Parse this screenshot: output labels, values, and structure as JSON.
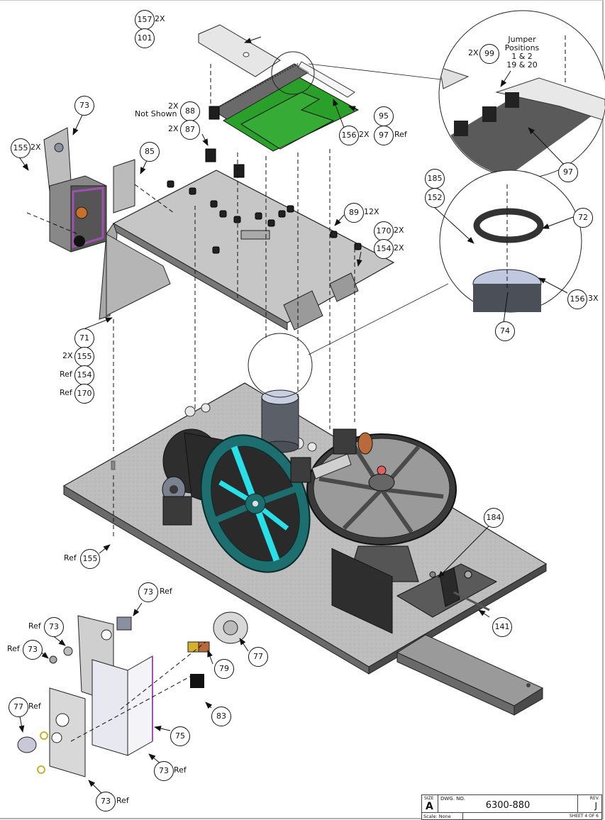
{
  "drawing": {
    "type": "exploded assembly view",
    "accent_colors": {
      "pcb_green": "#2aa02a",
      "pulley_teal": "#1d6e6e",
      "pulley_highlight": "#28e0e8",
      "bezel_purple": "#a050b0",
      "connector_brass": "#d8b030",
      "connector_copper": "#b86a3a",
      "sheet_metal": "#c8c8c8",
      "dark_part": "#3a3a3a"
    }
  },
  "callouts": [
    {
      "id": "157",
      "qty": "2X"
    },
    {
      "id": "101",
      "qty": ""
    },
    {
      "id": "88",
      "qty": "2X",
      "note": "Not Shown"
    },
    {
      "id": "87",
      "qty": "2X"
    },
    {
      "id": "95",
      "qty": ""
    },
    {
      "id": "156",
      "qty": "2X"
    },
    {
      "id": "97",
      "qty": "Ref"
    },
    {
      "id": "73",
      "qty": ""
    },
    {
      "id": "155",
      "qty": "2X"
    },
    {
      "id": "85",
      "qty": ""
    },
    {
      "id": "89",
      "qty": "12X"
    },
    {
      "id": "170",
      "qty": "2X"
    },
    {
      "id": "154",
      "qty": "2X"
    },
    {
      "id": "71",
      "qty": ""
    },
    {
      "id": "155",
      "qty": "2X"
    },
    {
      "id": "154",
      "qty": "Ref"
    },
    {
      "id": "170",
      "qty": "Ref"
    },
    {
      "id": "155",
      "qty": "Ref"
    },
    {
      "id": "185",
      "qty": ""
    },
    {
      "id": "152",
      "qty": ""
    },
    {
      "id": "72",
      "qty": ""
    },
    {
      "id": "156",
      "qty": "3X"
    },
    {
      "id": "74",
      "qty": ""
    },
    {
      "id": "184",
      "qty": ""
    },
    {
      "id": "141",
      "qty": ""
    },
    {
      "id": "73",
      "qty": "Ref"
    },
    {
      "id": "73",
      "qty": "Ref"
    },
    {
      "id": "73",
      "qty": "Ref"
    },
    {
      "id": "77",
      "qty": ""
    },
    {
      "id": "79",
      "qty": ""
    },
    {
      "id": "83",
      "qty": ""
    },
    {
      "id": "77",
      "qty": "Ref"
    },
    {
      "id": "75",
      "qty": ""
    },
    {
      "id": "73",
      "qty": "Ref"
    },
    {
      "id": "73",
      "qty": "Ref"
    }
  ],
  "detail_view": {
    "balloon": "99",
    "qty": "2X",
    "note_lines": [
      "Jumper",
      "Positions",
      "1 & 2",
      "19 & 20"
    ],
    "ref_balloon": "97"
  },
  "title_block": {
    "size_label": "SIZE",
    "size": "A",
    "dwg_no_label": "DWG. NO.",
    "dwg_no": "6300-880",
    "rev_label": "REV.",
    "rev": "J",
    "scale": "Scale: None",
    "sheet": "SHEET 4 OF 6"
  }
}
